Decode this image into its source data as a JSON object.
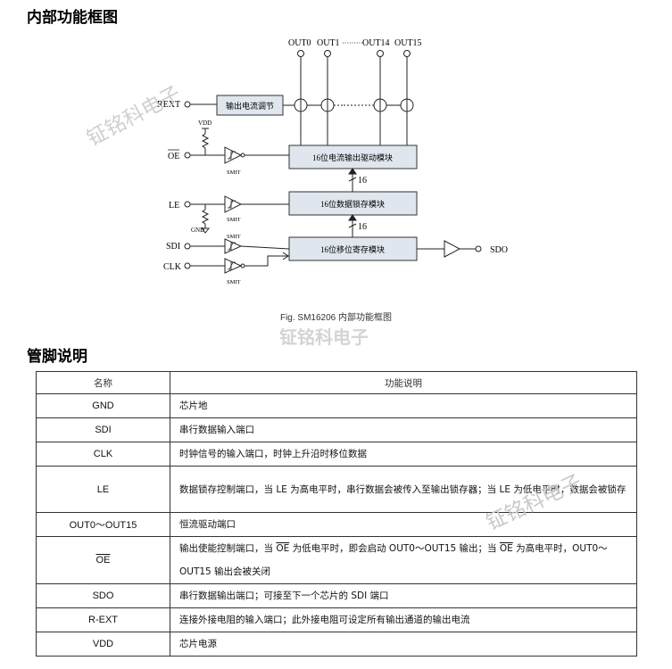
{
  "headings": {
    "block_diagram": "内部功能框图",
    "pin_description": "管脚说明"
  },
  "diagram": {
    "outputs": [
      "OUT0",
      "OUT1",
      "·········",
      "OUT14",
      "OUT15"
    ],
    "blocks": {
      "current_adjust": "输出电流调节",
      "driver": "16位电流输出驱动模块",
      "latch": "16位数据锁存模块",
      "shift": "16位移位寄存模块"
    },
    "pins": {
      "rext": "REXT",
      "vdd": "VDD",
      "oe": "OE",
      "le": "LE",
      "gnd": "GND",
      "sdi": "SDI",
      "clk": "CLK",
      "sdo": "SDO"
    },
    "schmitt_label": "SMIT",
    "bus_width": "16"
  },
  "caption": "Fig. SM16206 内部功能框图",
  "watermark": "钲铭科电子",
  "table": {
    "header": {
      "name": "名称",
      "function": "功能说明"
    },
    "rows": [
      {
        "name": "GND",
        "desc": "芯片地"
      },
      {
        "name": "SDI",
        "desc": "串行数据输入端口"
      },
      {
        "name": "CLK",
        "desc": "时钟信号的输入端口，时钟上升沿时移位数据"
      },
      {
        "name": "LE",
        "desc": "数据锁存控制端口，当 LE 为高电平时，串行数据会被传入至输出锁存器；当 LE 为低电平时，数据会被锁存"
      },
      {
        "name": "OUT0～OUT15",
        "desc": "恒流驱动端口"
      },
      {
        "name": "OE",
        "desc_parts": [
          "输出使能控制端口，当",
          "OE",
          "为低电平时，即会启动 OUT0～OUT15 输出；当",
          "OE",
          "为高电平时，OUT0～OUT15 输出会被关闭"
        ]
      },
      {
        "name": "SDO",
        "desc": "串行数据输出端口；可接至下一个芯片的 SDI 端口"
      },
      {
        "name": "R-EXT",
        "desc": "连接外接电阻的输入端口；此外接电阻可设定所有输出通道的输出电流"
      },
      {
        "name": "VDD",
        "desc": "芯片电源"
      }
    ]
  }
}
